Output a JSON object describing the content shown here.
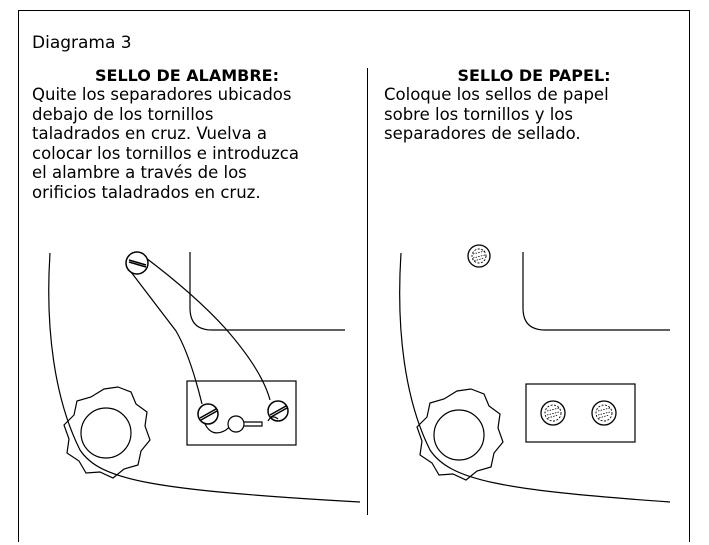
{
  "diagram_label": "Diagrama 3",
  "left_panel": {
    "heading": "SELLO DE ALAMBRE:",
    "lines": [
      "Quite los separadores ubicados",
      "debajo de los tornillos",
      "taladrados en cruz. Vuelva a",
      "colocar los tornillos e introduzca",
      "el alambre a través de los",
      "orificios taladrados en cruz."
    ]
  },
  "right_panel": {
    "heading": "SELLO DE PAPEL:",
    "lines": [
      "Coloque los sellos de papel",
      "sobre los tornillos y los",
      "separadores de sellado."
    ]
  }
}
